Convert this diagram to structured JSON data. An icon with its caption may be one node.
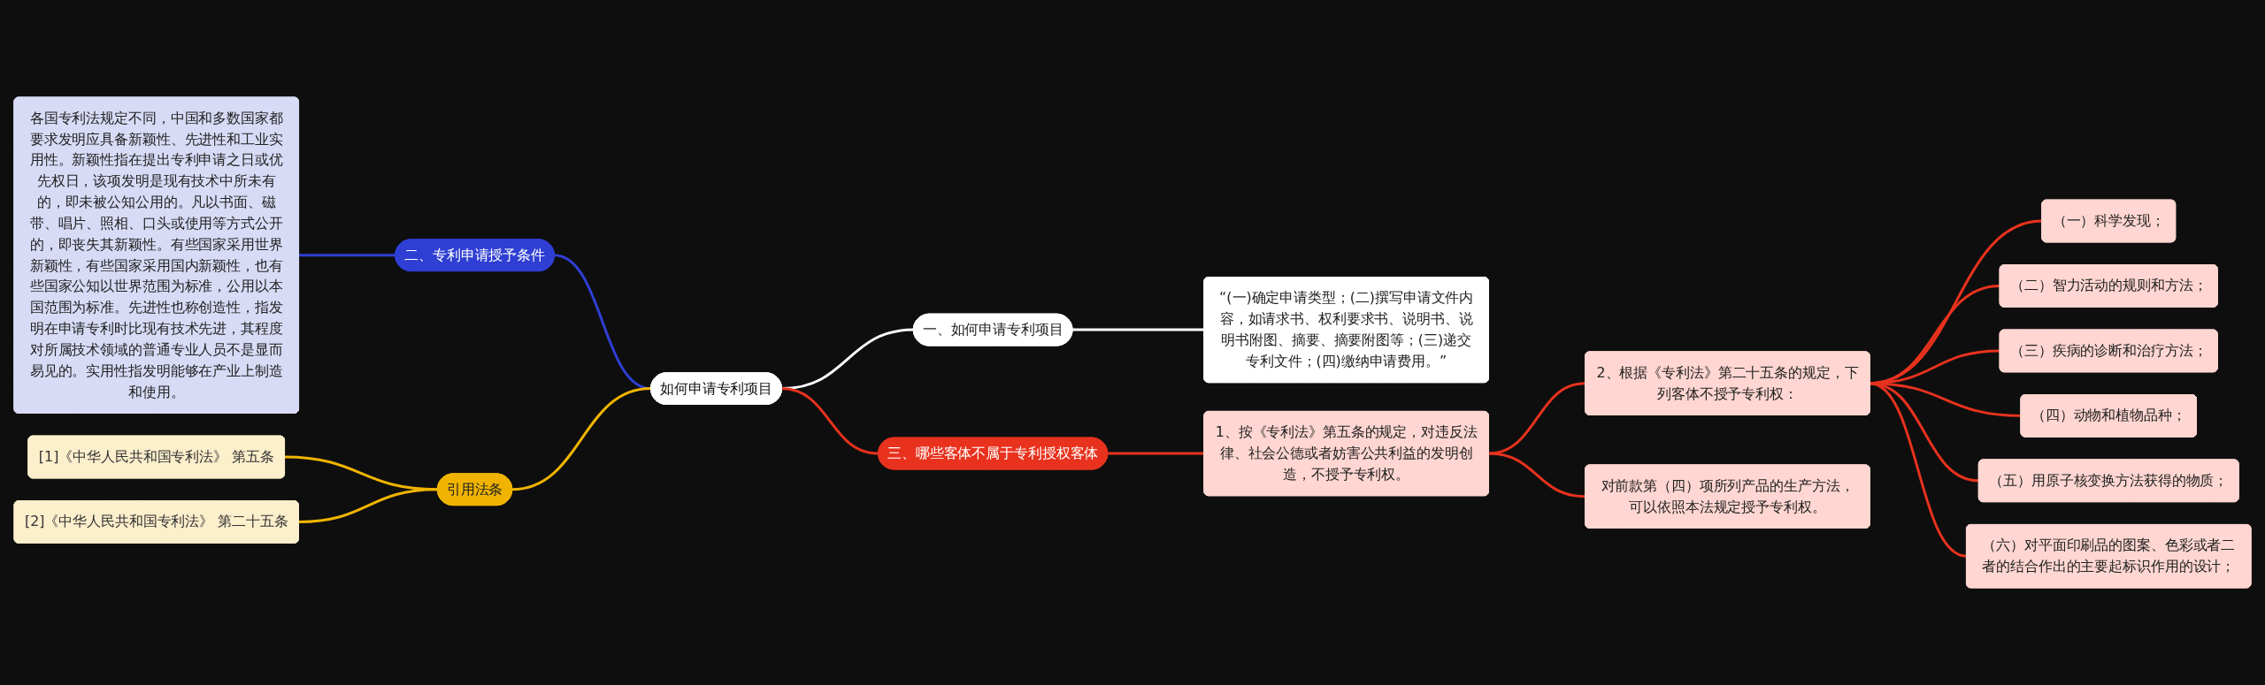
{
  "diagram": {
    "nodes": [
      {
        "text": [
          "如何申请专利项目"
        ]
      },
      {
        "text": [
          "一、如何申请专利项目"
        ]
      },
      {
        "text": [
          "“(一)确定申请类型；(二)撰写申请文件内容，如请求书、权利要求书、说明书、说明书附图、摘要、摘要附图等；(三)递交专利文件；(四)缴纳申请费用。”"
        ]
      },
      {
        "text": [
          "二、专利申请授予条件"
        ]
      },
      {
        "text": [
          "各国专利法规定不同，中国和多数国家都要求发明应具备新颖性、先进性和工业实用性。新颖性指在提出专利申请之日或优先权日，该项发明是现有技术中所未有的，即未被公知公用的。凡以书面、磁带、唱片、照相、口头或使用等方式公开的，即丧失其新颖性。有些国家采用世界新颖性，有些国家采用国内新颖性，也有些国家公知以世界范围为标准，公用以本国范围为标准。先进性也称创造性，指发明在申请专利时比现有技术先进，其程度对所属技术领域的普通专业人员不是显而易见的。实用性指发明能够在产业上制造和使用。"
        ]
      },
      {
        "text": [
          "引用法条"
        ]
      },
      {
        "text": [
          "[1]《中华人民共和国专利法》 第五条"
        ]
      },
      {
        "text": [
          "[2]《中华人民共和国专利法》 第二十五条"
        ]
      },
      {
        "text": [
          "三、哪些客体不属于专利授权客体"
        ]
      },
      {
        "text": [
          "1、按《专利法》第五条的规定，对违反法律、社会公德或者妨害公共利益的发明创造，不授予专利权。"
        ]
      },
      {
        "text": [
          "2、根据《专利法》第二十五条的规定，下列客体不授予专利权："
        ]
      },
      {
        "text": [
          "（一）科学发现；"
        ]
      },
      {
        "text": [
          "（二）智力活动的规则和方法；"
        ]
      },
      {
        "text": [
          "（三）疾病的诊断和治疗方法；"
        ]
      },
      {
        "text": [
          "（四）动物和植物品种；"
        ]
      },
      {
        "text": [
          "（五）用原子核变换方法获得的物质；"
        ]
      },
      {
        "text": [
          "（六）对平面印刷品的图案、色彩或者二者的结合作出的主要起标识作用的设计；"
        ]
      },
      {
        "text": [
          "对前款第（四）项所列产品的生产方法，可以依照本法规定授予专利权。"
        ]
      }
    ],
    "edges": [
      {
        "from": 0,
        "to": 1,
        "arrow": "none",
        "color": "#ffffff"
      },
      {
        "from": 1,
        "to": 2,
        "arrow": "none",
        "color": "#ffffff"
      },
      {
        "from": 4,
        "to": 3,
        "arrow": "none",
        "color": "#2f3fd4"
      },
      {
        "from": 3,
        "to": 0,
        "arrow": "none",
        "color": "#2f3fd4"
      },
      {
        "from": 6,
        "to": 5,
        "arrow": "none",
        "color": "#f0b400"
      },
      {
        "from": 7,
        "to": 5,
        "arrow": "none",
        "color": "#f0b400"
      },
      {
        "from": 5,
        "to": 0,
        "arrow": "none",
        "color": "#f0b400"
      },
      {
        "from": 0,
        "to": 8,
        "arrow": "none"
      },
      {
        "from": 8,
        "to": 9,
        "arrow": "none"
      },
      {
        "from": 9,
        "to": 10,
        "arrow": "none"
      },
      {
        "from": 10,
        "to": 11,
        "arrow": "none"
      },
      {
        "from": 10,
        "to": 12,
        "arrow": "none"
      },
      {
        "from": 10,
        "to": 13,
        "arrow": "none"
      },
      {
        "from": 10,
        "to": 14,
        "arrow": "none"
      },
      {
        "from": 10,
        "to": 15,
        "arrow": "none"
      },
      {
        "from": 10,
        "to": 16,
        "arrow": "none"
      },
      {
        "from": 9,
        "to": 17,
        "arrow": "none"
      }
    ]
  }
}
